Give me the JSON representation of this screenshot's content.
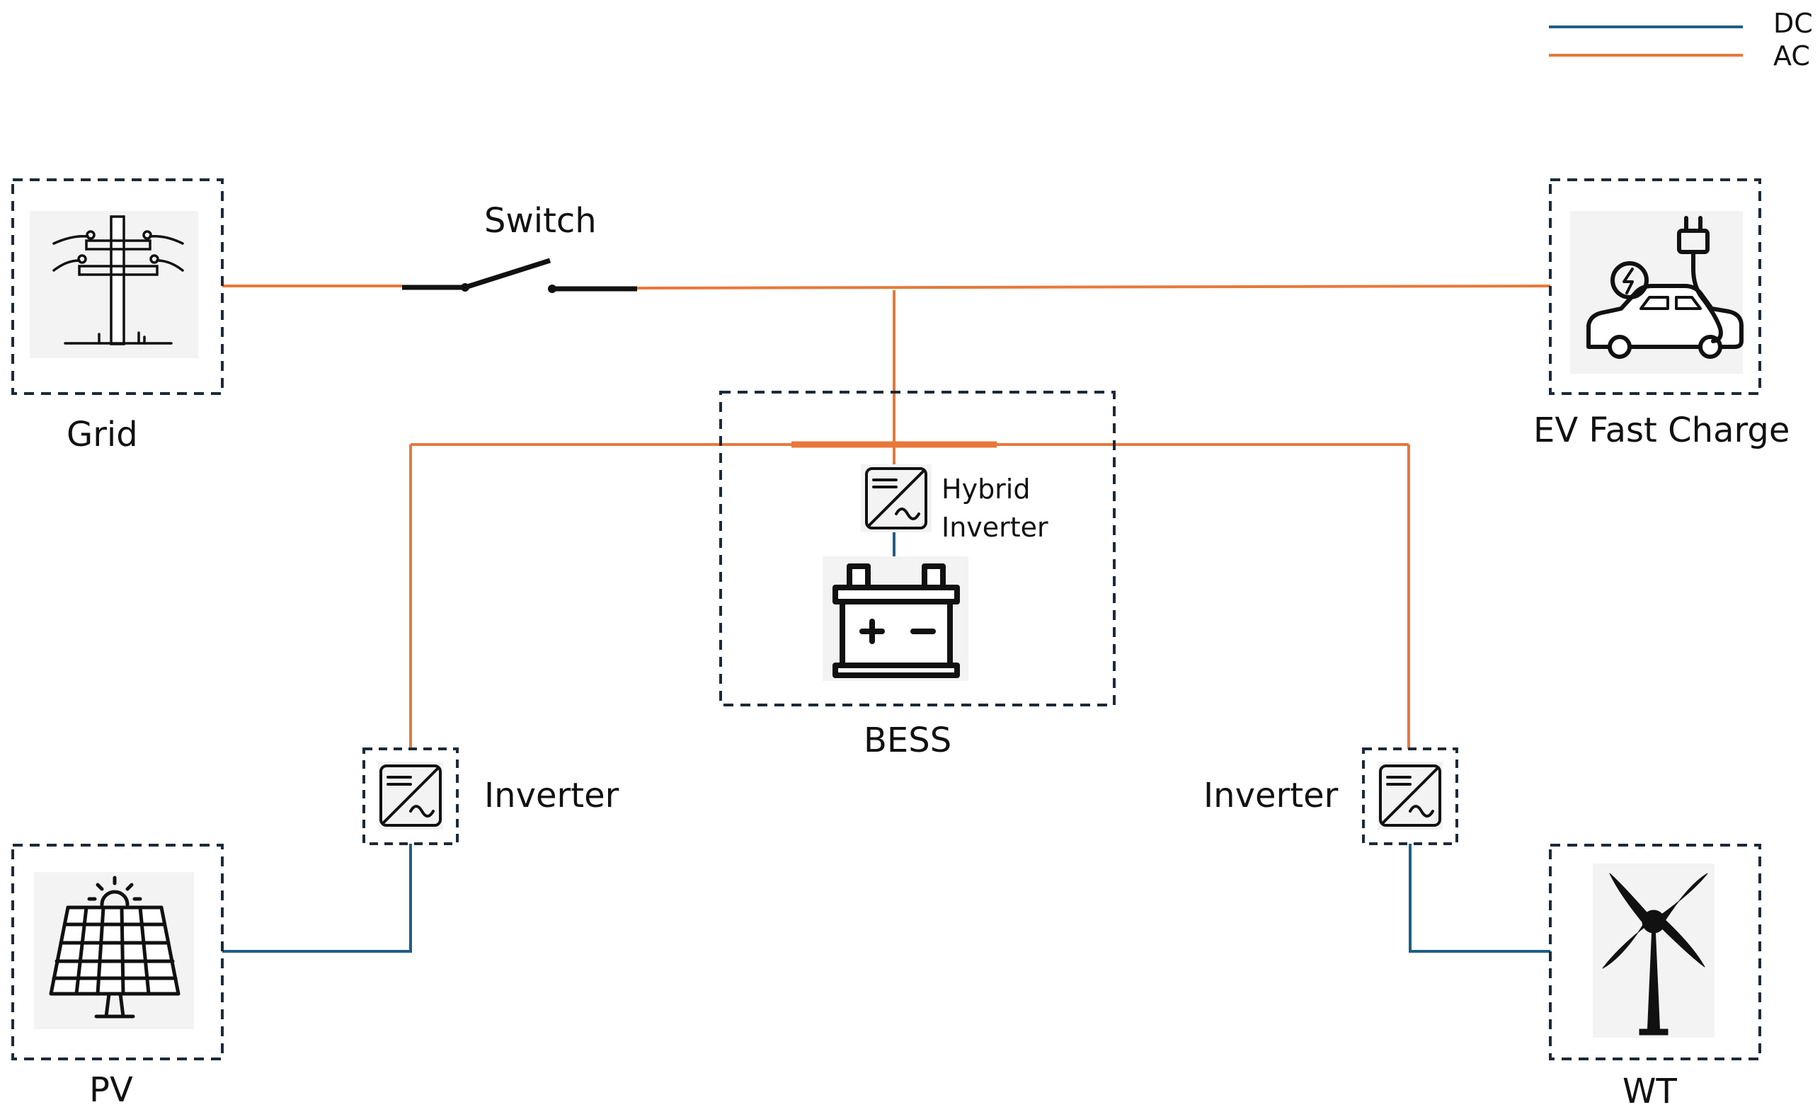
{
  "legend": {
    "dc_label": "DC",
    "ac_label": "AC"
  },
  "colors": {
    "dc": "#1f5f86",
    "ac": "#e8783a",
    "box_border": "#1a2a3a",
    "icon_bg": "#f3f3f3",
    "icon_stroke": "#111111"
  },
  "labels": {
    "grid": "Grid",
    "switch": "Switch",
    "ev_fast_charge": "EV Fast Charge",
    "hybrid_inverter_line1": "Hybrid",
    "hybrid_inverter_line2": "Inverter",
    "bess": "BESS",
    "inverter_left": "Inverter",
    "inverter_right": "Inverter",
    "pv": "PV",
    "wt": "WT"
  },
  "icons": {
    "grid": "utility-pole-icon",
    "ev": "electric-car-charging-icon",
    "battery": "battery-icon",
    "inverter": "inverter-icon",
    "pv": "solar-panel-icon",
    "wt": "wind-turbine-icon"
  }
}
